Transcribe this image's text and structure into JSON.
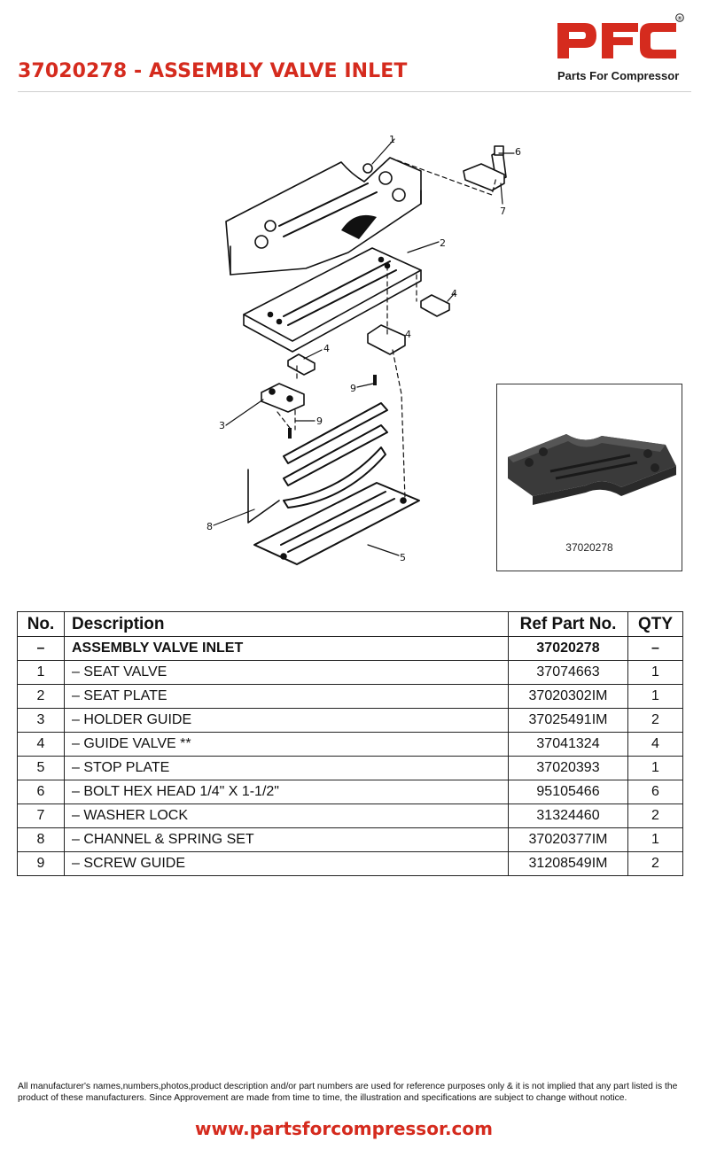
{
  "header": {
    "title": "37020278 - ASSEMBLY VALVE INLET",
    "logo_text": "PFC",
    "logo_subtitle": "Parts For Compressor",
    "logo_mark": "®",
    "brand_color": "#d52b1e"
  },
  "diagram": {
    "callouts": [
      "1",
      "2",
      "3",
      "4",
      "4",
      "4",
      "5",
      "6",
      "7",
      "8",
      "9",
      "9"
    ]
  },
  "photo": {
    "caption": "37020278"
  },
  "table": {
    "headers": {
      "no": "No.",
      "description": "Description",
      "ref": "Ref Part No.",
      "qty": "QTY"
    },
    "rows": [
      {
        "no": "–",
        "description": "ASSEMBLY VALVE INLET",
        "ref": "37020278",
        "qty": "–"
      },
      {
        "no": "1",
        "description": "– SEAT VALVE",
        "ref": "37074663",
        "qty": "1"
      },
      {
        "no": "2",
        "description": "– SEAT PLATE",
        "ref": "37020302IM",
        "qty": "1"
      },
      {
        "no": "3",
        "description": "– HOLDER GUIDE",
        "ref": "37025491IM",
        "qty": "2"
      },
      {
        "no": "4",
        "description": "– GUIDE VALVE **",
        "ref": "37041324",
        "qty": "4"
      },
      {
        "no": "5",
        "description": "– STOP PLATE",
        "ref": "37020393",
        "qty": "1"
      },
      {
        "no": "6",
        "description": "– BOLT HEX HEAD 1/4\" X 1-1/2\"",
        "ref": "95105466",
        "qty": "6"
      },
      {
        "no": "7",
        "description": "– WASHER LOCK",
        "ref": "31324460",
        "qty": "2"
      },
      {
        "no": "8",
        "description": "– CHANNEL & SPRING SET",
        "ref": "37020377IM",
        "qty": "1"
      },
      {
        "no": "9",
        "description": "– SCREW GUIDE",
        "ref": "31208549IM",
        "qty": "2"
      }
    ]
  },
  "footer": {
    "disclaimer": "All manufacturer's names,numbers,photos,product description and/or part numbers are used for reference purposes only & it is not implied that any part listed is the product of these manufacturers.  Since Approvement are made from time to time,  the illustration and specifications are subject to change without notice.",
    "website": "www.partsforcompressor.com"
  }
}
